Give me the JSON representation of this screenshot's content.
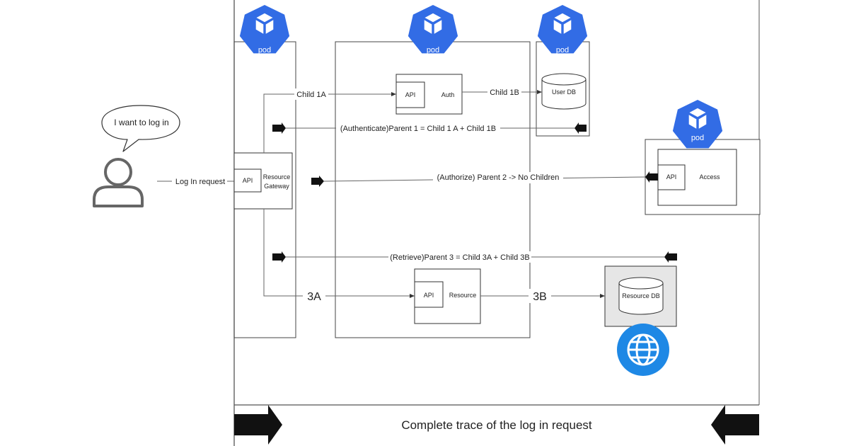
{
  "user": {
    "speech": "I want to log in",
    "request_label": "Log In request"
  },
  "pods": {
    "label": "pod"
  },
  "gateway": {
    "api_label": "API",
    "name_line1": "Resource",
    "name_line2": "Gateway"
  },
  "auth": {
    "api_label": "API",
    "name": "Auth"
  },
  "user_db": {
    "name": "User DB"
  },
  "access": {
    "api_label": "API",
    "name": "Access"
  },
  "resource": {
    "api_label": "API",
    "name": "Resource"
  },
  "resource_db": {
    "name": "Resource DB"
  },
  "edges": {
    "child_1a": "Child 1A",
    "child_1b": "Child 1B",
    "parent_1": "(Authenticate)Parent 1 = Child 1 A + Child 1B",
    "parent_2": "(Authorize) Parent 2 -> No Children",
    "parent_3": "(Retrieve)Parent 3 = Child 3A + Child 3B",
    "child_3a": "3A",
    "child_3b": "3B"
  },
  "trace": {
    "label": "Complete trace of the log in request"
  },
  "colors": {
    "k8s_blue": "#326ce5",
    "globe_blue": "#1e88e5",
    "arrow_black": "#111111",
    "line_gray": "#666666",
    "user_icon_gray": "#666666",
    "db_shaded": "#e6e6e6"
  }
}
